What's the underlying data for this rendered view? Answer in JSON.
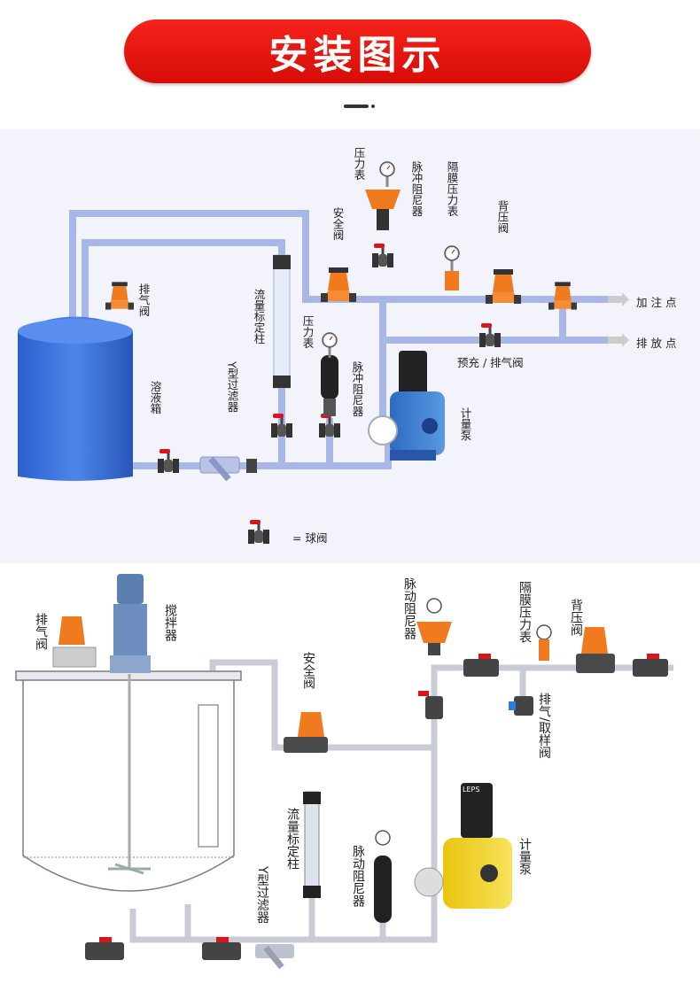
{
  "banner": {
    "title": "安装图示"
  },
  "diagram1": {
    "tank_label": "溶液箱",
    "vent_valve_label": "排气阀",
    "y_filter_label": "Y型过滤器",
    "flow_column_label": "流量标定柱",
    "gauge_label_low": "压力表",
    "damper_label_low": "脉冲阻尼器",
    "pump_label": "计量泵",
    "gauge_label_top": "压力表",
    "damper_label_top": "脉冲阻尼器",
    "safety_valve_label": "安全阀",
    "diaphragm_gauge_label": "隔膜压力表",
    "back_pressure_label": "背压阀",
    "dosing_point_label": "加 注 点",
    "discharge_point_label": "排 放 点",
    "prime_vent_label": "预充 / 排气阀",
    "legend_label": "= 球阀"
  },
  "diagram2": {
    "vent_valve_label": "排气阀",
    "mixer_label": "搅拌器",
    "safety_valve_label": "安全阀",
    "damper_label_top": "脉动阻尼器",
    "diaphragm_gauge_label": "隔膜压力表",
    "back_pressure_label": "背压阀",
    "vent_sample_label": "排气/取样阀",
    "flow_column_label": "流量标定柱",
    "y_filter_label": "Y型过滤器",
    "damper_label_low": "脉动阻尼器",
    "pump_label": "计量泵",
    "pump_brand": "LEPS"
  },
  "colors": {
    "banner": "#e8190f",
    "pipe1": "#a9b6e8",
    "tank1": "#3b6fd8",
    "pump1": "#3e7fd0",
    "pump2": "#f0d21a",
    "valve_orange": "#f07a1e",
    "handle_red": "#d8151c"
  }
}
